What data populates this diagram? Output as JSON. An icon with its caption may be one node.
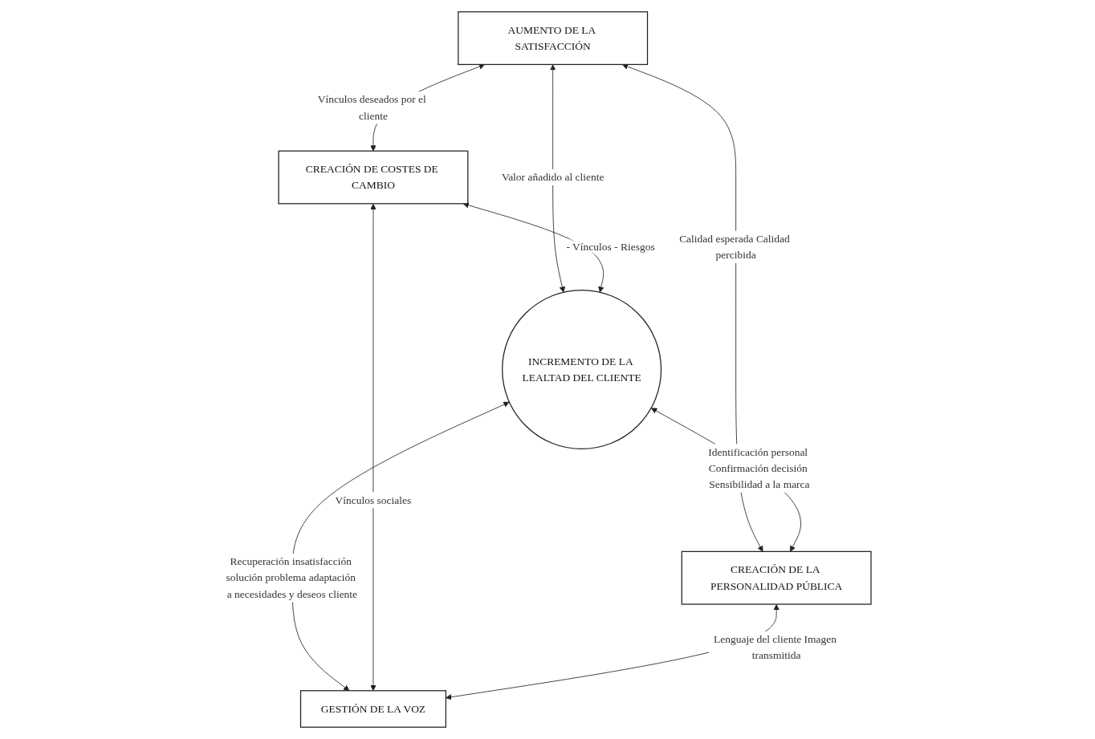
{
  "diagram": {
    "nodes": [
      {
        "text": [
          "AUMENTO DE LA SATISFACCIÓN"
        ]
      },
      {
        "text": [
          "CREACIÓN DE COSTES DE CAMBIO"
        ]
      },
      {
        "text": [
          "INCREMENTO DE LA LEALTAD DEL CLIENTE"
        ]
      },
      {
        "text": [
          "CREACIÓN DE LA PERSONALIDAD PÚBLICA"
        ]
      },
      {
        "text": [
          "GESTIÓN DE LA VOZ"
        ]
      }
    ],
    "edges": [
      {
        "from": 0,
        "to": 1,
        "arrow": "both",
        "label": "Vínculos deseados por el cliente"
      },
      {
        "from": 0,
        "to": 3,
        "arrow": "both",
        "label": "Calidad esperada Calidad percibida"
      },
      {
        "from": 0,
        "to": 2,
        "arrow": "both",
        "label": "Valor añadido al cliente"
      },
      {
        "from": 1,
        "to": 2,
        "arrow": "both",
        "label": "- Vínculos - Riesgos"
      },
      {
        "from": 2,
        "to": 3,
        "arrow": "both",
        "label": "Identificación personal Confirmación decisión Sensibilidad a la marca"
      },
      {
        "from": 2,
        "to": 4,
        "arrow": "both",
        "label": "Recuperación insatisfacción solución problema adaptación a necesidades y deseos cliente"
      },
      {
        "from": 1,
        "to": 4,
        "arrow": "both",
        "label": "Vínculos sociales"
      },
      {
        "from": 3,
        "to": 4,
        "arrow": "both",
        "label": "Lenguaje del cliente Imagen transmitida"
      }
    ]
  }
}
